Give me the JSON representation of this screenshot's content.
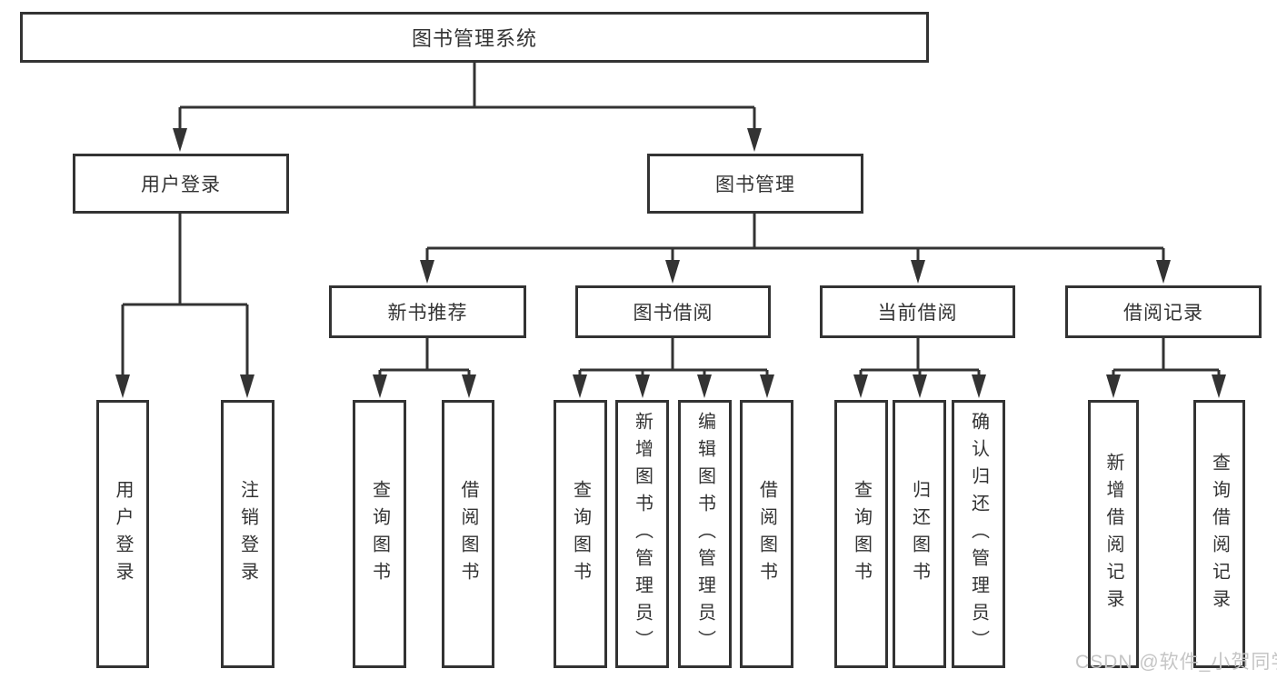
{
  "diagram": {
    "title": "图书管理系统",
    "level2": {
      "user_login": "用户登录",
      "book_mgmt": "图书管理"
    },
    "level3": {
      "new_book_rec": "新书推荐",
      "book_borrow": "图书借阅",
      "current_borrow": "当前借阅",
      "borrow_record": "借阅记录"
    },
    "leaves": {
      "user_login": "用户登录",
      "logout": "注销登录",
      "nb_query": "查询图书",
      "nb_borrow": "借阅图书",
      "bb_query": "查询图书",
      "bb_add": "新增图书（管理员）",
      "bb_edit": "编辑图书（管理员）",
      "bb_borrow": "借阅图书",
      "cb_query": "查询图书",
      "cb_return": "归还图书",
      "cb_confirm": "确认归还（管理员）",
      "br_add": "新增借阅记录",
      "br_query": "查询借阅记录"
    },
    "watermark": "CSDN @软件_小贺同学",
    "colors": {
      "line": "#333333",
      "border": "#333333",
      "text": "#333333",
      "watermark": "#c5c5c5",
      "background": "#ffffff"
    }
  }
}
